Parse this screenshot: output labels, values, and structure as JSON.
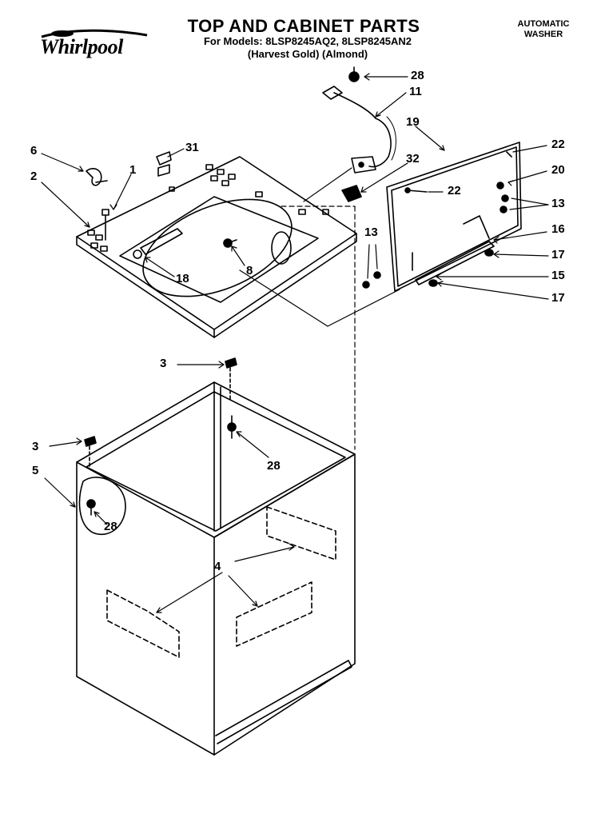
{
  "header": {
    "brand": "Whirlpool",
    "title": "TOP AND CABINET PARTS",
    "models_line": "For Models: 8LSP8245AQ2, 8LSP8245AN2",
    "colors_line": "(Harvest Gold) (Almond)",
    "product_type_line1": "AUTOMATIC",
    "product_type_line2": "WASHER"
  },
  "callouts": {
    "c6": "6",
    "c2": "2",
    "c1": "1",
    "c31": "31",
    "c28a": "28",
    "c11": "11",
    "c19": "19",
    "c32": "32",
    "c22a": "22",
    "c22b": "22",
    "c20": "20",
    "c13a": "13",
    "c13b": "13",
    "c16": "16",
    "c17a": "17",
    "c17b": "17",
    "c15": "15",
    "c8": "8",
    "c18": "18",
    "c3a": "3",
    "c3b": "3",
    "c28b": "28",
    "c5": "5",
    "c28c": "28",
    "c4": "4"
  }
}
